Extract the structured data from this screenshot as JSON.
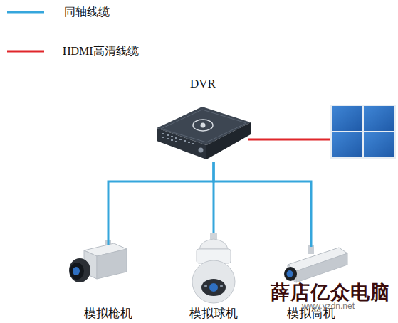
{
  "diagram": {
    "nodes": [
      {
        "text": [
          "DVR"
        ]
      },
      {
        "text": [
          "模拟枪机"
        ]
      },
      {
        "text": [
          "模拟球机"
        ]
      },
      {
        "text": [
          "模拟筒机"
        ]
      }
    ],
    "edges": [
      {
        "from": 0,
        "to": 1,
        "arrow": "none"
      },
      {
        "from": 0,
        "to": 2,
        "arrow": "none"
      },
      {
        "from": 0,
        "to": 3,
        "arrow": "none"
      }
    ],
    "labels": [
      "薛店亿众电脑",
      "www.yzdn.net"
    ],
    "legend": [
      {
        "text": "同轴线缆"
      },
      {
        "text": "HDMI高清线缆"
      }
    ]
  }
}
